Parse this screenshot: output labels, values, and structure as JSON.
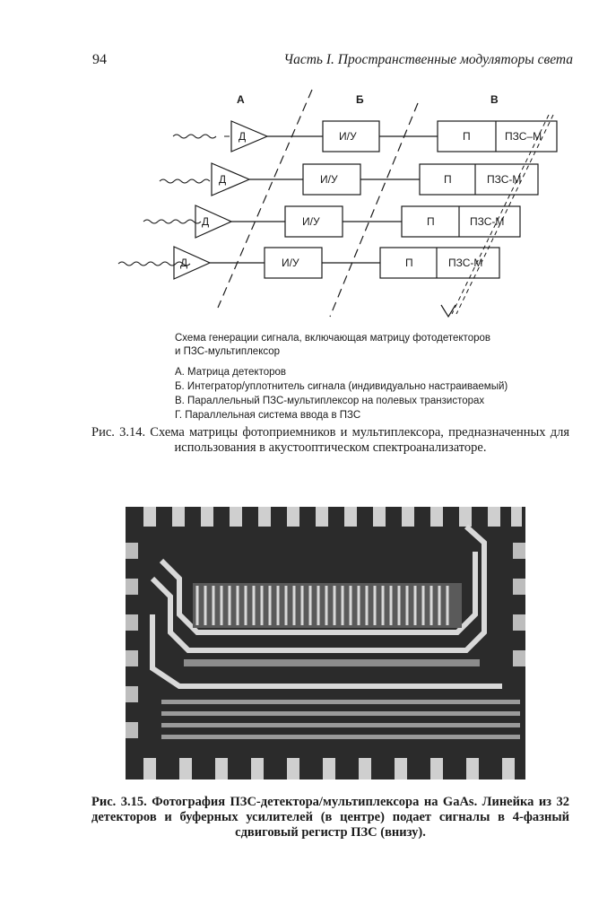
{
  "header": {
    "page_number": "94",
    "running_head": "Часть I. Пространственные модуляторы света"
  },
  "diagram": {
    "column_labels": [
      "А",
      "Б",
      "В"
    ],
    "detector_label": "Д",
    "integrator_label": "И/У",
    "parallel_label": "П",
    "ccd_labels": [
      "ПЗС–М",
      "ПЗС-М",
      "ПЗС-М",
      "ПЗС-М"
    ],
    "caption_lines": [
      "Схема генерации сигнала, включающая матрицу фотодетекторов",
      "и ПЗС-мультиплексор"
    ],
    "legend": [
      "А. Матрица детекторов",
      "Б. Интегратор/уплотнитель сигнала (индивидуально настраиваемый)",
      "В. Параллельный ПЗС-мультиплексор на полевых транзисторах",
      "Г. Параллельная система ввода в ПЗС"
    ]
  },
  "figure_314_caption": "Рис. 3.14. Схема матрицы фотоприемников и мультиплексора, предназначенных для использования в акустооптическом спектроанализаторе.",
  "figure_315_caption": "Рис. 3.15. Фотография ПЗС-детектора/мультиплексора на GaAs. Линейка из 32 детекторов и буферных усилителей (в центре) подает сигналы в 4-фазный сдвиговый регистр ПЗС (внизу)."
}
